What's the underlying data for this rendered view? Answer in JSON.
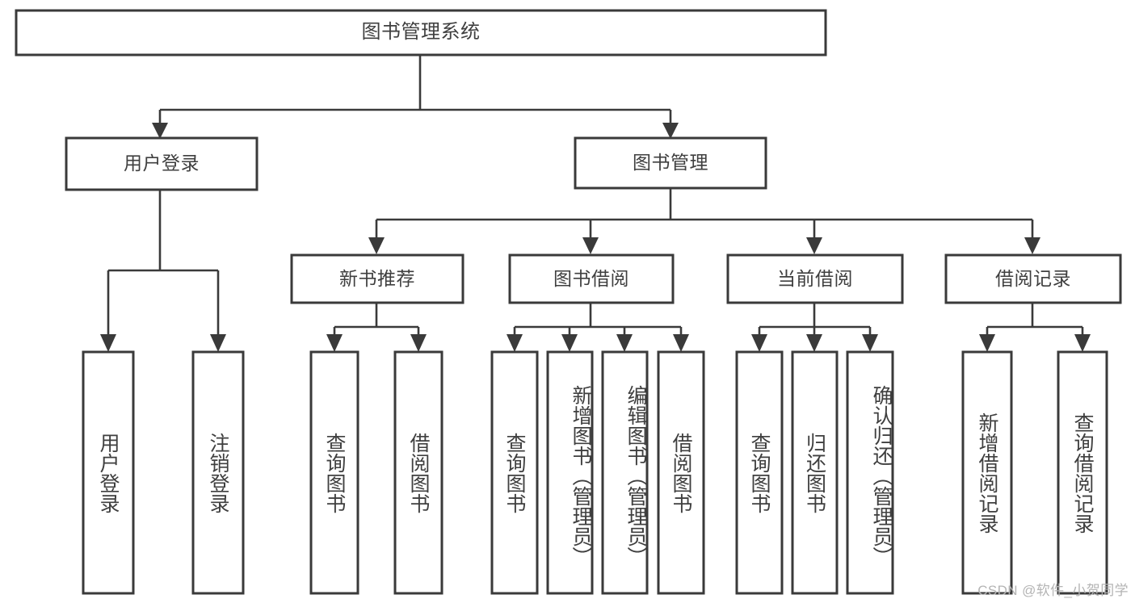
{
  "diagram": {
    "title": "图书管理系统",
    "type": "hierarchy-tree",
    "watermark": "CSDN @软件_小贺同学",
    "colors": {
      "box_stroke": "#3a3a3a",
      "box_fill": "#ffffff",
      "text": "#3f3f3f",
      "edge": "#3a3a3a",
      "watermark": "#b4b4b4",
      "background": "#ffffff"
    },
    "root": {
      "label": "图书管理系统"
    },
    "level2": [
      {
        "label": "用户登录"
      },
      {
        "label": "图书管理"
      }
    ],
    "level3": [
      {
        "label": "新书推荐"
      },
      {
        "label": "图书借阅"
      },
      {
        "label": "当前借阅"
      },
      {
        "label": "借阅记录"
      }
    ],
    "leaves": {
      "user_login": [
        {
          "label": "用户登录"
        },
        {
          "label": "注销登录"
        }
      ],
      "new_book": [
        {
          "label": "查询图书"
        },
        {
          "label": "借阅图书"
        }
      ],
      "book_borrow": [
        {
          "label": "查询图书"
        },
        {
          "label": "新增图书（管理员）"
        },
        {
          "label": "编辑图书（管理员）"
        },
        {
          "label": "借阅图书"
        }
      ],
      "current_borrow": [
        {
          "label": "查询图书"
        },
        {
          "label": "归还图书"
        },
        {
          "label": "确认归还（管理员）"
        }
      ],
      "borrow_record": [
        {
          "label": "新增借阅记录"
        },
        {
          "label": "查询借阅记录"
        }
      ]
    }
  }
}
